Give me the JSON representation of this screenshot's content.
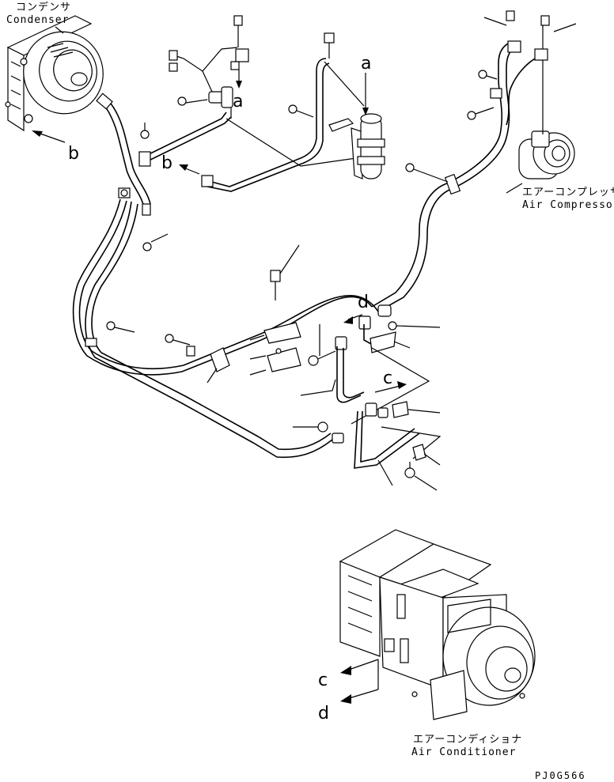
{
  "labels": {
    "condenser_jp": "コンデンサ",
    "condenser_en": "Condenser",
    "compressor_jp": "エアーコンプレッサ",
    "compressor_en": "Air Compressor",
    "aircon_jp": "エアーコンディショナ",
    "aircon_en": "Air Conditioner",
    "drawing_code": "PJ0G566"
  },
  "markers": {
    "a_top": "a",
    "a_receiver": "a",
    "b_left": "b",
    "b_mid": "b",
    "c_pipe": "c",
    "d_pipe": "d",
    "c_aircon": "c",
    "d_aircon": "d"
  }
}
